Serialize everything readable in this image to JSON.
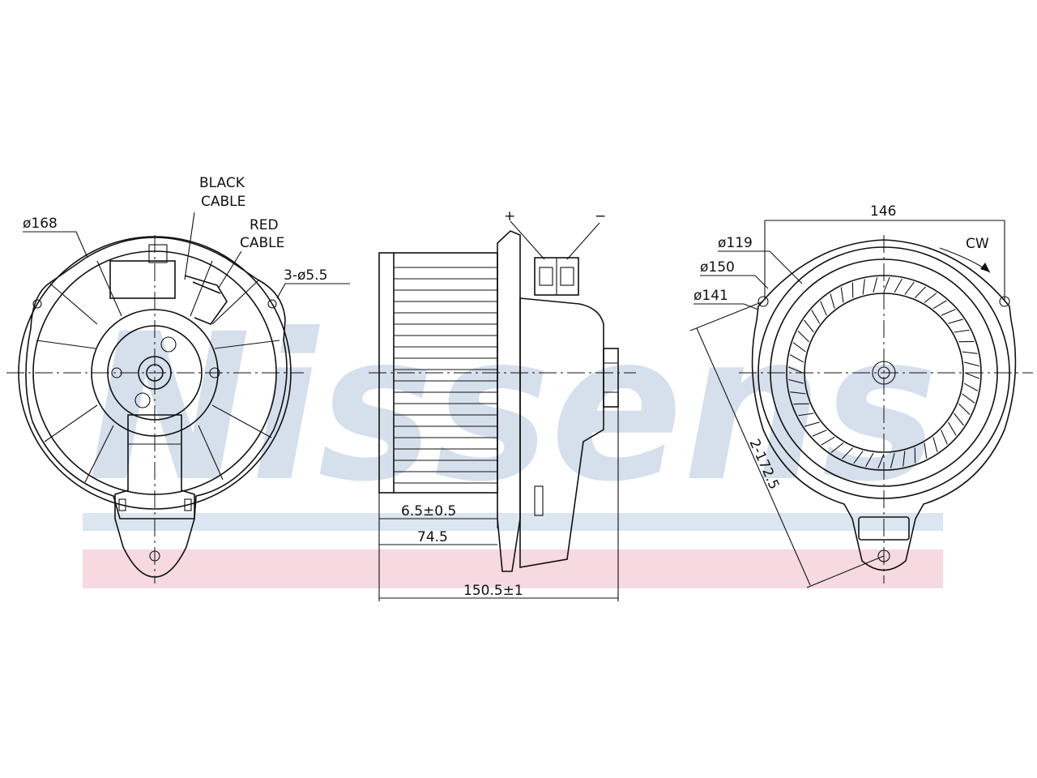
{
  "watermark": {
    "text": "Nissens"
  },
  "front_view": {
    "labels": {
      "diameter": "ø168",
      "black_cable": [
        "BLACK",
        "CABLE"
      ],
      "red_cable": [
        "RED",
        "CABLE"
      ],
      "holes": "3-ø5.5"
    }
  },
  "side_view": {
    "labels": {
      "plus": "+",
      "minus": "−",
      "offset": "6.5±0.5",
      "wheel_width": "74.5",
      "overall_width": "150.5±1"
    }
  },
  "back_view": {
    "labels": {
      "width": "146",
      "rotation": "CW",
      "d119": "ø119",
      "d150": "ø150",
      "d141": "ø141",
      "hole_spacing": "2-172.5"
    }
  },
  "colors": {
    "line": "#111111",
    "watermark_blue": "#c9d6e6",
    "band_blue": "#dbe6f1",
    "band_red": "#f6d9e1"
  }
}
